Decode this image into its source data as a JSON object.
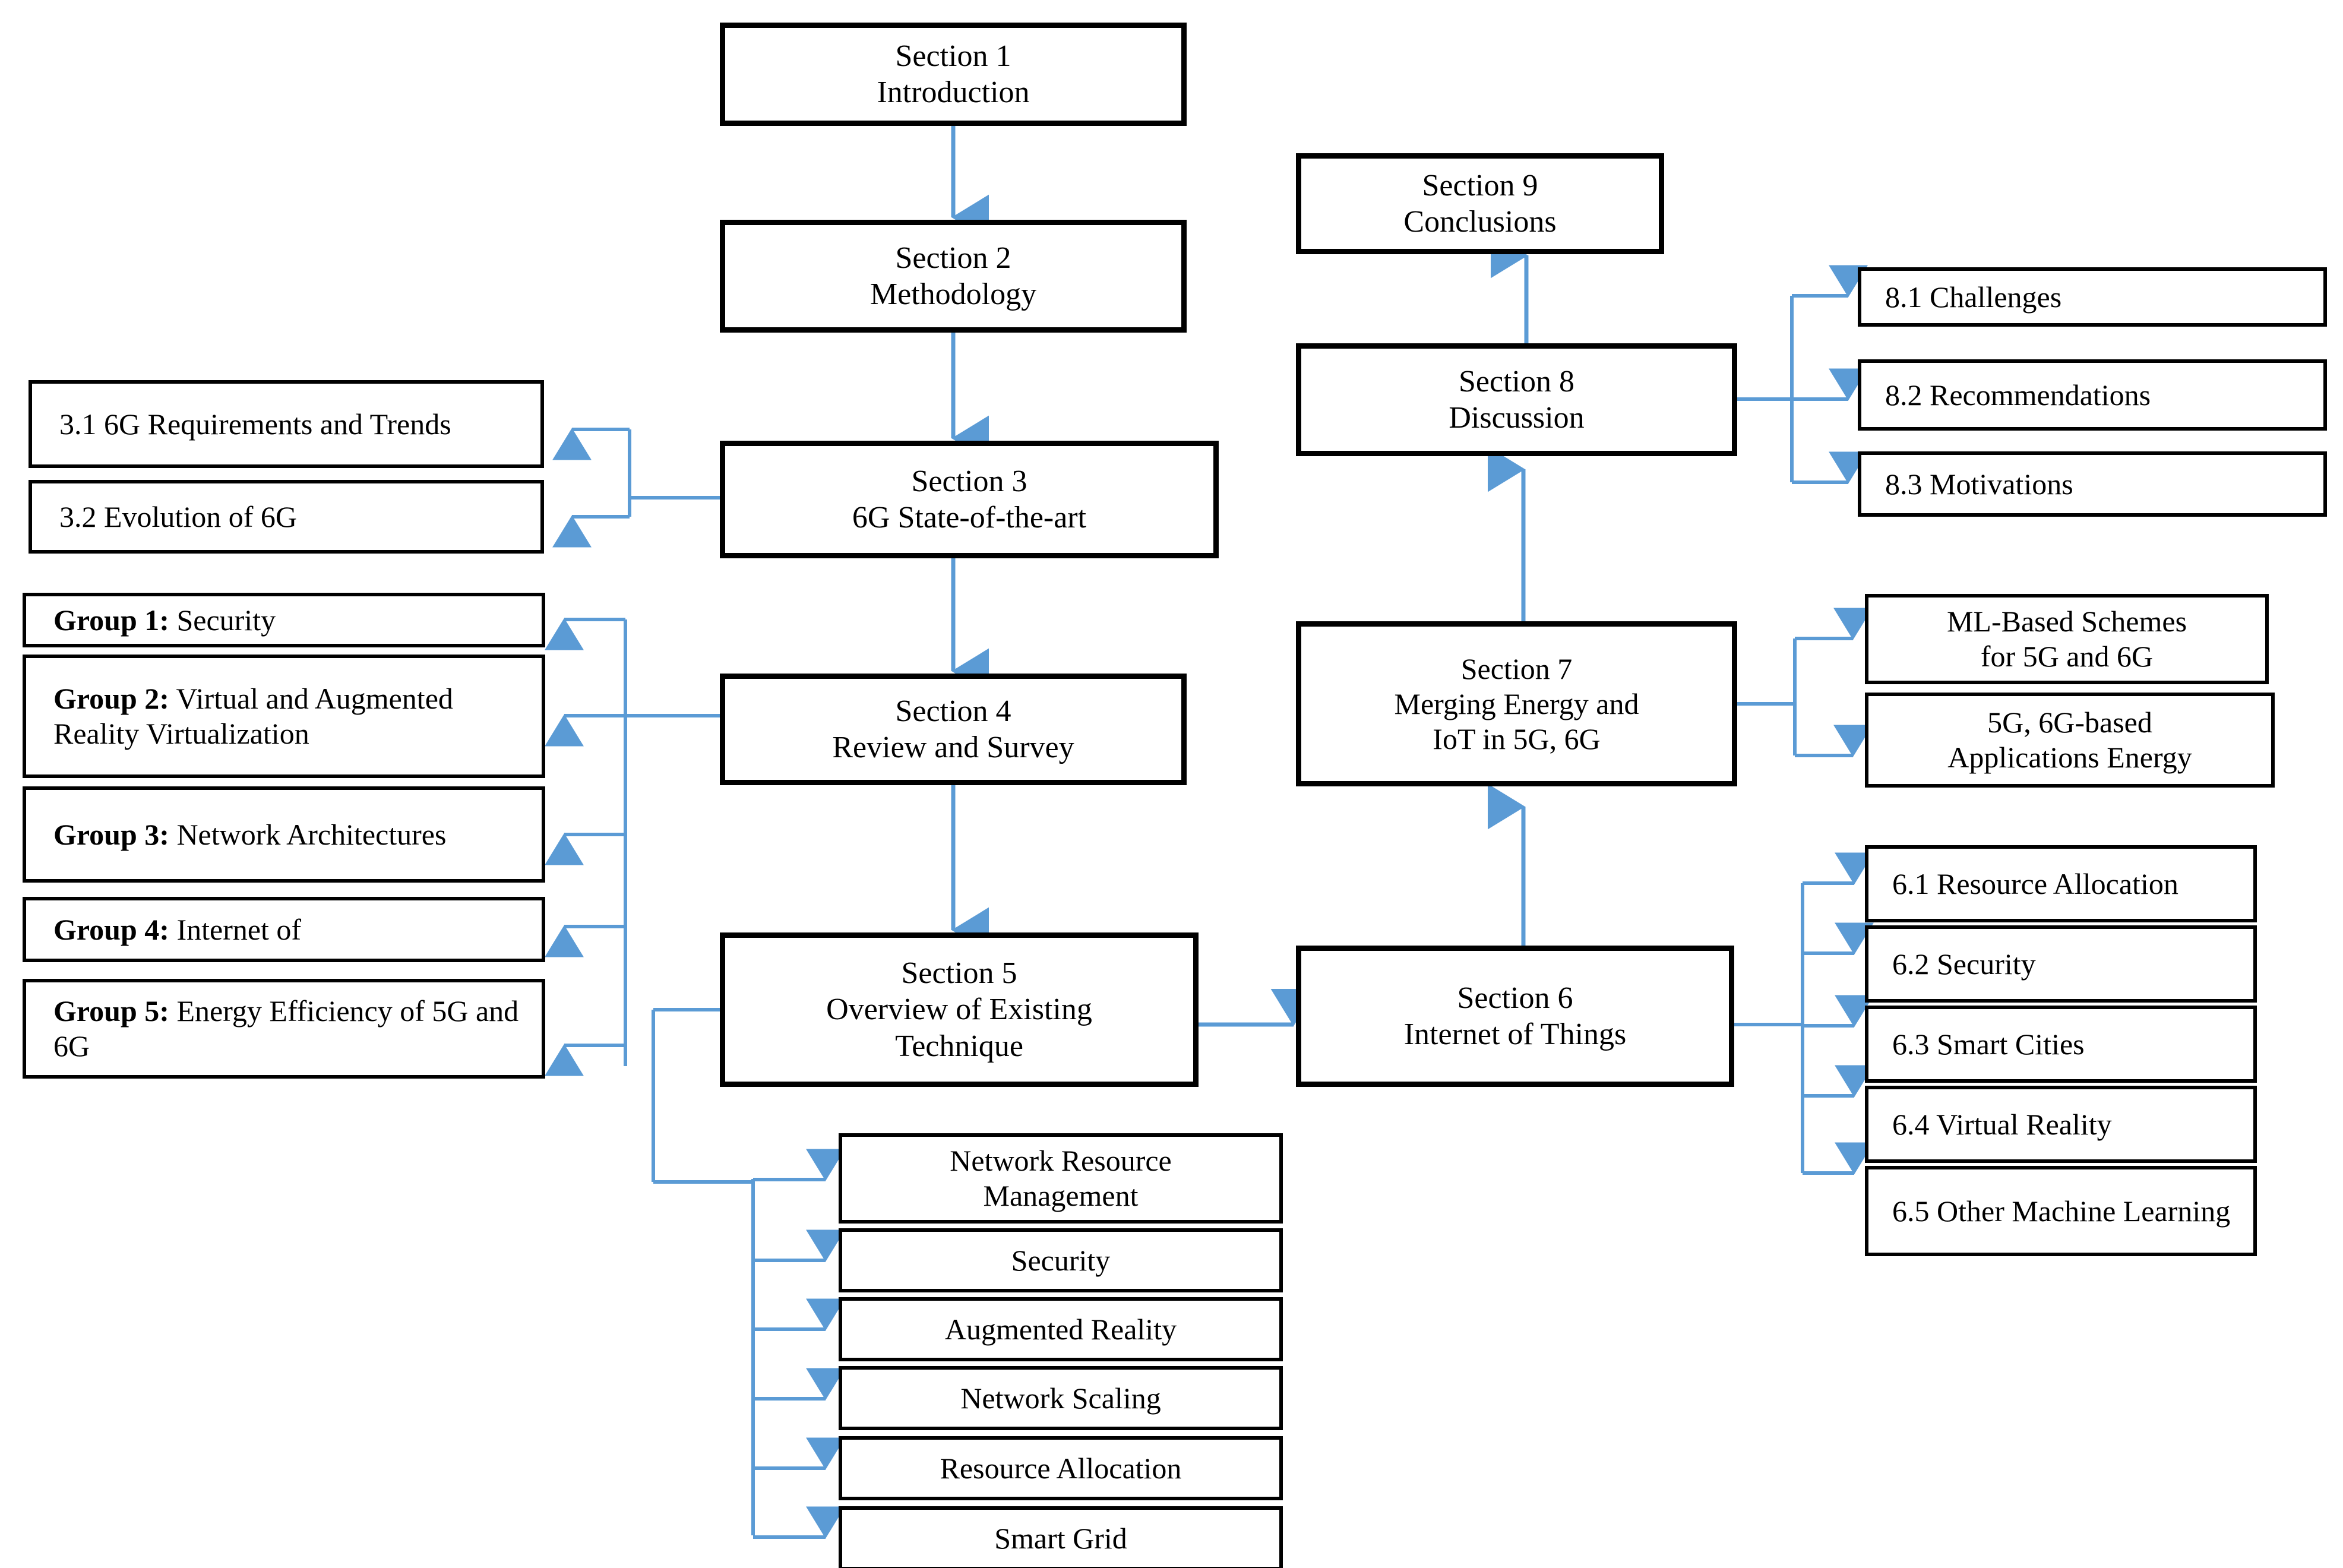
{
  "diagram": {
    "title": "Survey paper section organization flowchart",
    "colors": {
      "arrow": "#5B9BD5",
      "box_border": "#000000",
      "background": "#FFFFFF",
      "text": "#000000"
    }
  },
  "nodes": {
    "section1": "Section 1\nIntroduction",
    "section2": "Section 2\nMethodology",
    "section3": "Section 3\n6G State-of-the-art",
    "section4": "Section 4\nReview and Survey",
    "section5": "Section 5\nOverview of Existing\nTechnique",
    "section6": "Section 6\nInternet of Things",
    "section7": "Section 7\nMerging Energy and\nIoT in 5G, 6G",
    "section8": "Section 8\nDiscussion",
    "section9": "Section 9\nConclusions"
  },
  "section3_sub": [
    {
      "id": "3.1",
      "text": "3.1 6G Requirements and Trends"
    },
    {
      "id": "3.2",
      "text": "3.2       Evolution of 6G"
    }
  ],
  "section4_groups": [
    {
      "id": "group1",
      "prefix": "Group 1:",
      "text": " Security"
    },
    {
      "id": "group2",
      "prefix": "Group 2:",
      "text": " Virtual and Augmented Reality Virtualization"
    },
    {
      "id": "group3",
      "prefix": "Group 3:",
      "text": " Network Architectures"
    },
    {
      "id": "group4",
      "prefix": "Group 4:",
      "text": " Internet of"
    },
    {
      "id": "group5",
      "prefix": "Group 5:",
      "text": " Energy Efficiency of 5G and 6G"
    }
  ],
  "section5_sub": [
    {
      "id": "nrm",
      "text": "Network Resource\nManagement"
    },
    {
      "id": "security",
      "text": "Security"
    },
    {
      "id": "augmented-reality",
      "text": "Augmented Reality"
    },
    {
      "id": "network-scaling",
      "text": "Network Scaling"
    },
    {
      "id": "resource-allocation",
      "text": "Resource Allocation"
    },
    {
      "id": "smart-grid",
      "text": "Smart Grid"
    }
  ],
  "section6_sub": [
    {
      "id": "6.1",
      "text": "6.1 Resource Allocation"
    },
    {
      "id": "6.2",
      "text": "6.2 Security"
    },
    {
      "id": "6.3",
      "text": "6.3 Smart Cities"
    },
    {
      "id": "6.4",
      "text": "6.4 Virtual Reality"
    },
    {
      "id": "6.5",
      "text": "6.5 Other Machine Learning"
    }
  ],
  "section7_sub": [
    {
      "id": "ml-schemes",
      "text": "ML-Based Schemes\nfor 5G and 6G"
    },
    {
      "id": "apps-energy",
      "text": "5G, 6G-based\nApplications Energy"
    }
  ],
  "section8_sub": [
    {
      "id": "8.1",
      "text": "8.1   Challenges"
    },
    {
      "id": "8.2",
      "text": "8.2   Recommendations"
    },
    {
      "id": "8.3",
      "text": "8.3   Motivations"
    }
  ]
}
